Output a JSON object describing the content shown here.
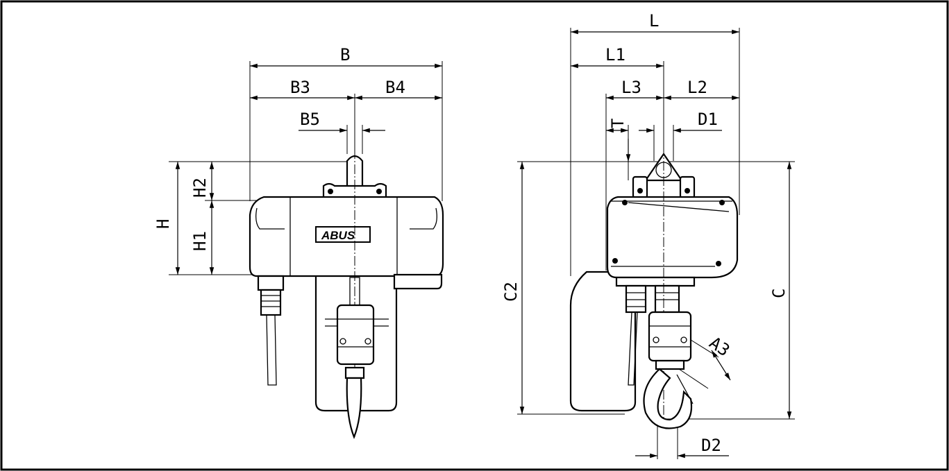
{
  "drawing": {
    "brand_logo": "ABUS",
    "front_view_labels": {
      "B": "B",
      "B3": "B3",
      "B4": "B4",
      "B5": "B5",
      "H": "H",
      "H1": "H1",
      "H2": "H2"
    },
    "side_view_labels": {
      "L": "L",
      "L1": "L1",
      "L2": "L2",
      "L3": "L3",
      "T": "T",
      "D1": "D1",
      "D2": "D2",
      "C": "C",
      "C2": "C2",
      "A3": "A3"
    }
  }
}
